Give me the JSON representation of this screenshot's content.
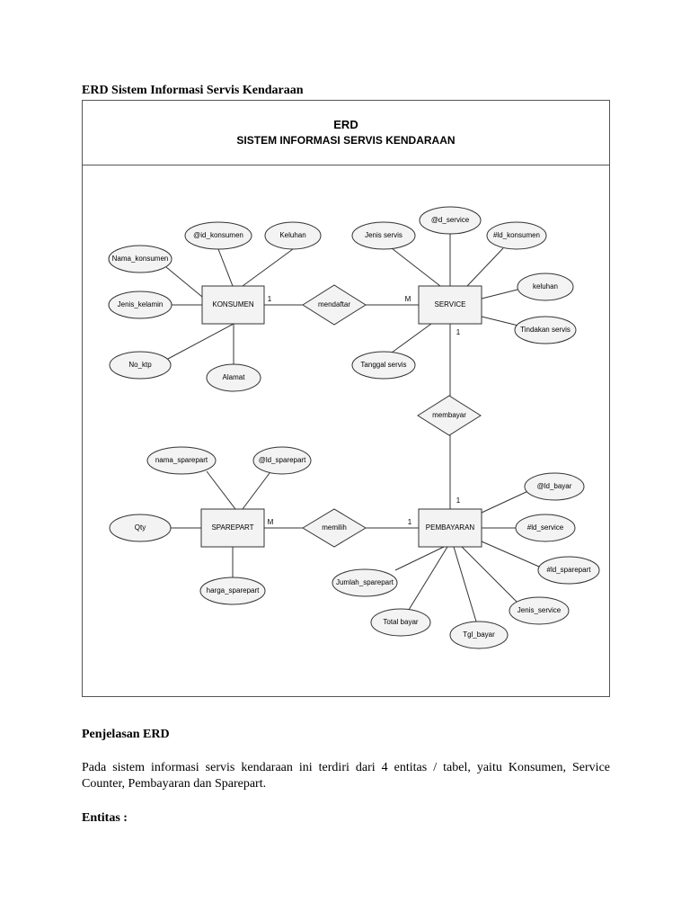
{
  "document": {
    "heading": "ERD Sistem Informasi Servis Kendaraan",
    "section_title": "Penjelasan ERD",
    "paragraph": "Pada sistem informasi servis kendaraan ini terdiri dari 4 entitas / tabel, yaitu Konsumen, Service Counter, Pembayaran dan Sparepart.",
    "subsection_title": "Entitas :"
  },
  "figure": {
    "header_line1": "ERD",
    "header_line2": "SISTEM INFORMASI SERVIS KENDARAAN"
  },
  "diagram": {
    "entities": [
      {
        "id": "konsumen",
        "label": "KONSUMEN"
      },
      {
        "id": "service",
        "label": "SERVICE"
      },
      {
        "id": "sparepart",
        "label": "SPAREPART"
      },
      {
        "id": "pembayaran",
        "label": "PEMBAYARAN"
      }
    ],
    "relationships": [
      {
        "id": "mendaftar",
        "label": "mendaftar"
      },
      {
        "id": "membayar",
        "label": "membayar"
      },
      {
        "id": "memilih",
        "label": "memilih"
      }
    ],
    "attributes": [
      {
        "id": "id-konsumen",
        "label": "@id_konsumen",
        "entity": "konsumen"
      },
      {
        "id": "keluhan-k",
        "label": "Keluhan",
        "entity": "konsumen"
      },
      {
        "id": "nama-konsumen",
        "label": "Nama_konsumen",
        "entity": "konsumen"
      },
      {
        "id": "jenis-kelamin",
        "label": "Jenis_kelamin",
        "entity": "konsumen"
      },
      {
        "id": "no-ktp",
        "label": "No_ktp",
        "entity": "konsumen"
      },
      {
        "id": "alamat",
        "label": "Alamat",
        "entity": "konsumen"
      },
      {
        "id": "id-service",
        "label": "@d_service",
        "entity": "service"
      },
      {
        "id": "jenis-servis",
        "label": "Jenis servis",
        "entity": "service"
      },
      {
        "id": "fk-id-konsumen",
        "label": "#ld_konsumen",
        "entity": "service"
      },
      {
        "id": "keluhan-s",
        "label": "keluhan",
        "entity": "service"
      },
      {
        "id": "tindakan-servis",
        "label": "Tindakan servis",
        "entity": "service"
      },
      {
        "id": "tanggal-servis",
        "label": "Tanggal servis",
        "entity": "service"
      },
      {
        "id": "nama-sparepart",
        "label": "nama_sparepart",
        "entity": "sparepart"
      },
      {
        "id": "id-sparepart",
        "label": "@ld_sparepart",
        "entity": "sparepart"
      },
      {
        "id": "qty",
        "label": "Qty",
        "entity": "sparepart"
      },
      {
        "id": "harga-sparepart",
        "label": "harga_sparepart",
        "entity": "sparepart"
      },
      {
        "id": "id-bayar",
        "label": "@ld_bayar",
        "entity": "pembayaran"
      },
      {
        "id": "fk-id-service",
        "label": "#ld_service",
        "entity": "pembayaran"
      },
      {
        "id": "fk-id-sparepart",
        "label": "#ld_sparepart",
        "entity": "pembayaran"
      },
      {
        "id": "jenis-service",
        "label": "Jenis_service",
        "entity": "pembayaran"
      },
      {
        "id": "jumlah-sparepart",
        "label": "Jumlah_sparepart",
        "entity": "pembayaran"
      },
      {
        "id": "total-bayar",
        "label": "Total bayar",
        "entity": "pembayaran"
      },
      {
        "id": "tgl-bayar",
        "label": "Tgl_bayar",
        "entity": "pembayaran"
      }
    ],
    "cardinalities": [
      {
        "id": "konsumen-mendaftar",
        "label": "1"
      },
      {
        "id": "service-mendaftar",
        "label": "M"
      },
      {
        "id": "service-membayar",
        "label": "1"
      },
      {
        "id": "pembayaran-membayar",
        "label": "1"
      },
      {
        "id": "sparepart-memilih",
        "label": "M"
      },
      {
        "id": "pembayaran-memilih",
        "label": "1"
      }
    ]
  }
}
